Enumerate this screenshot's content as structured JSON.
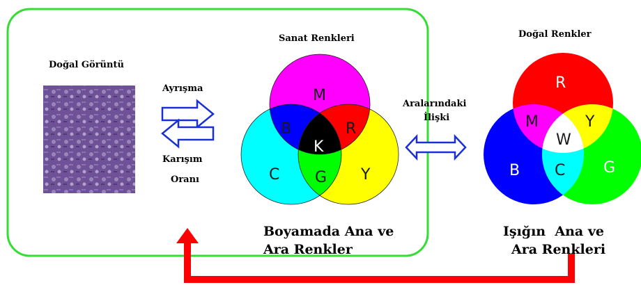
{
  "natural_image": {
    "title": "Doğal Görüntü"
  },
  "process": {
    "top_label": "Ayrışma",
    "bottom_label_1": "Karışım",
    "bottom_label_2": "Oranı"
  },
  "art_colors": {
    "title": "Sanat Renkleri",
    "caption_1": "Boyamada Ana ve",
    "caption_2": "Ara Renkler",
    "letters": {
      "M": "M",
      "C": "C",
      "Y": "Y",
      "B": "B",
      "R": "R",
      "G": "G",
      "K": "K"
    }
  },
  "relation": {
    "line_1": "Aralarındaki",
    "line_2": "İlişki"
  },
  "natural_colors": {
    "title": "Doğal Renkler",
    "caption_1": "Işığın  Ana ve",
    "caption_2": "Ara Renkleri",
    "letters": {
      "R": "R",
      "B": "B",
      "G": "G",
      "M": "M",
      "Y": "Y",
      "C": "C",
      "W": "W"
    }
  },
  "colors": {
    "frame_green": "#33dd33",
    "feedback_red": "#ff0000",
    "arrow_blue": "#1a2fd6",
    "magenta": "#ff00ff",
    "cyan": "#00ffff",
    "yellow": "#ffff00",
    "red": "#ff0000",
    "green": "#00ff00",
    "blue": "#0000ff",
    "black": "#000000",
    "white": "#ffffff",
    "texture_purple": "#6f4f97"
  }
}
